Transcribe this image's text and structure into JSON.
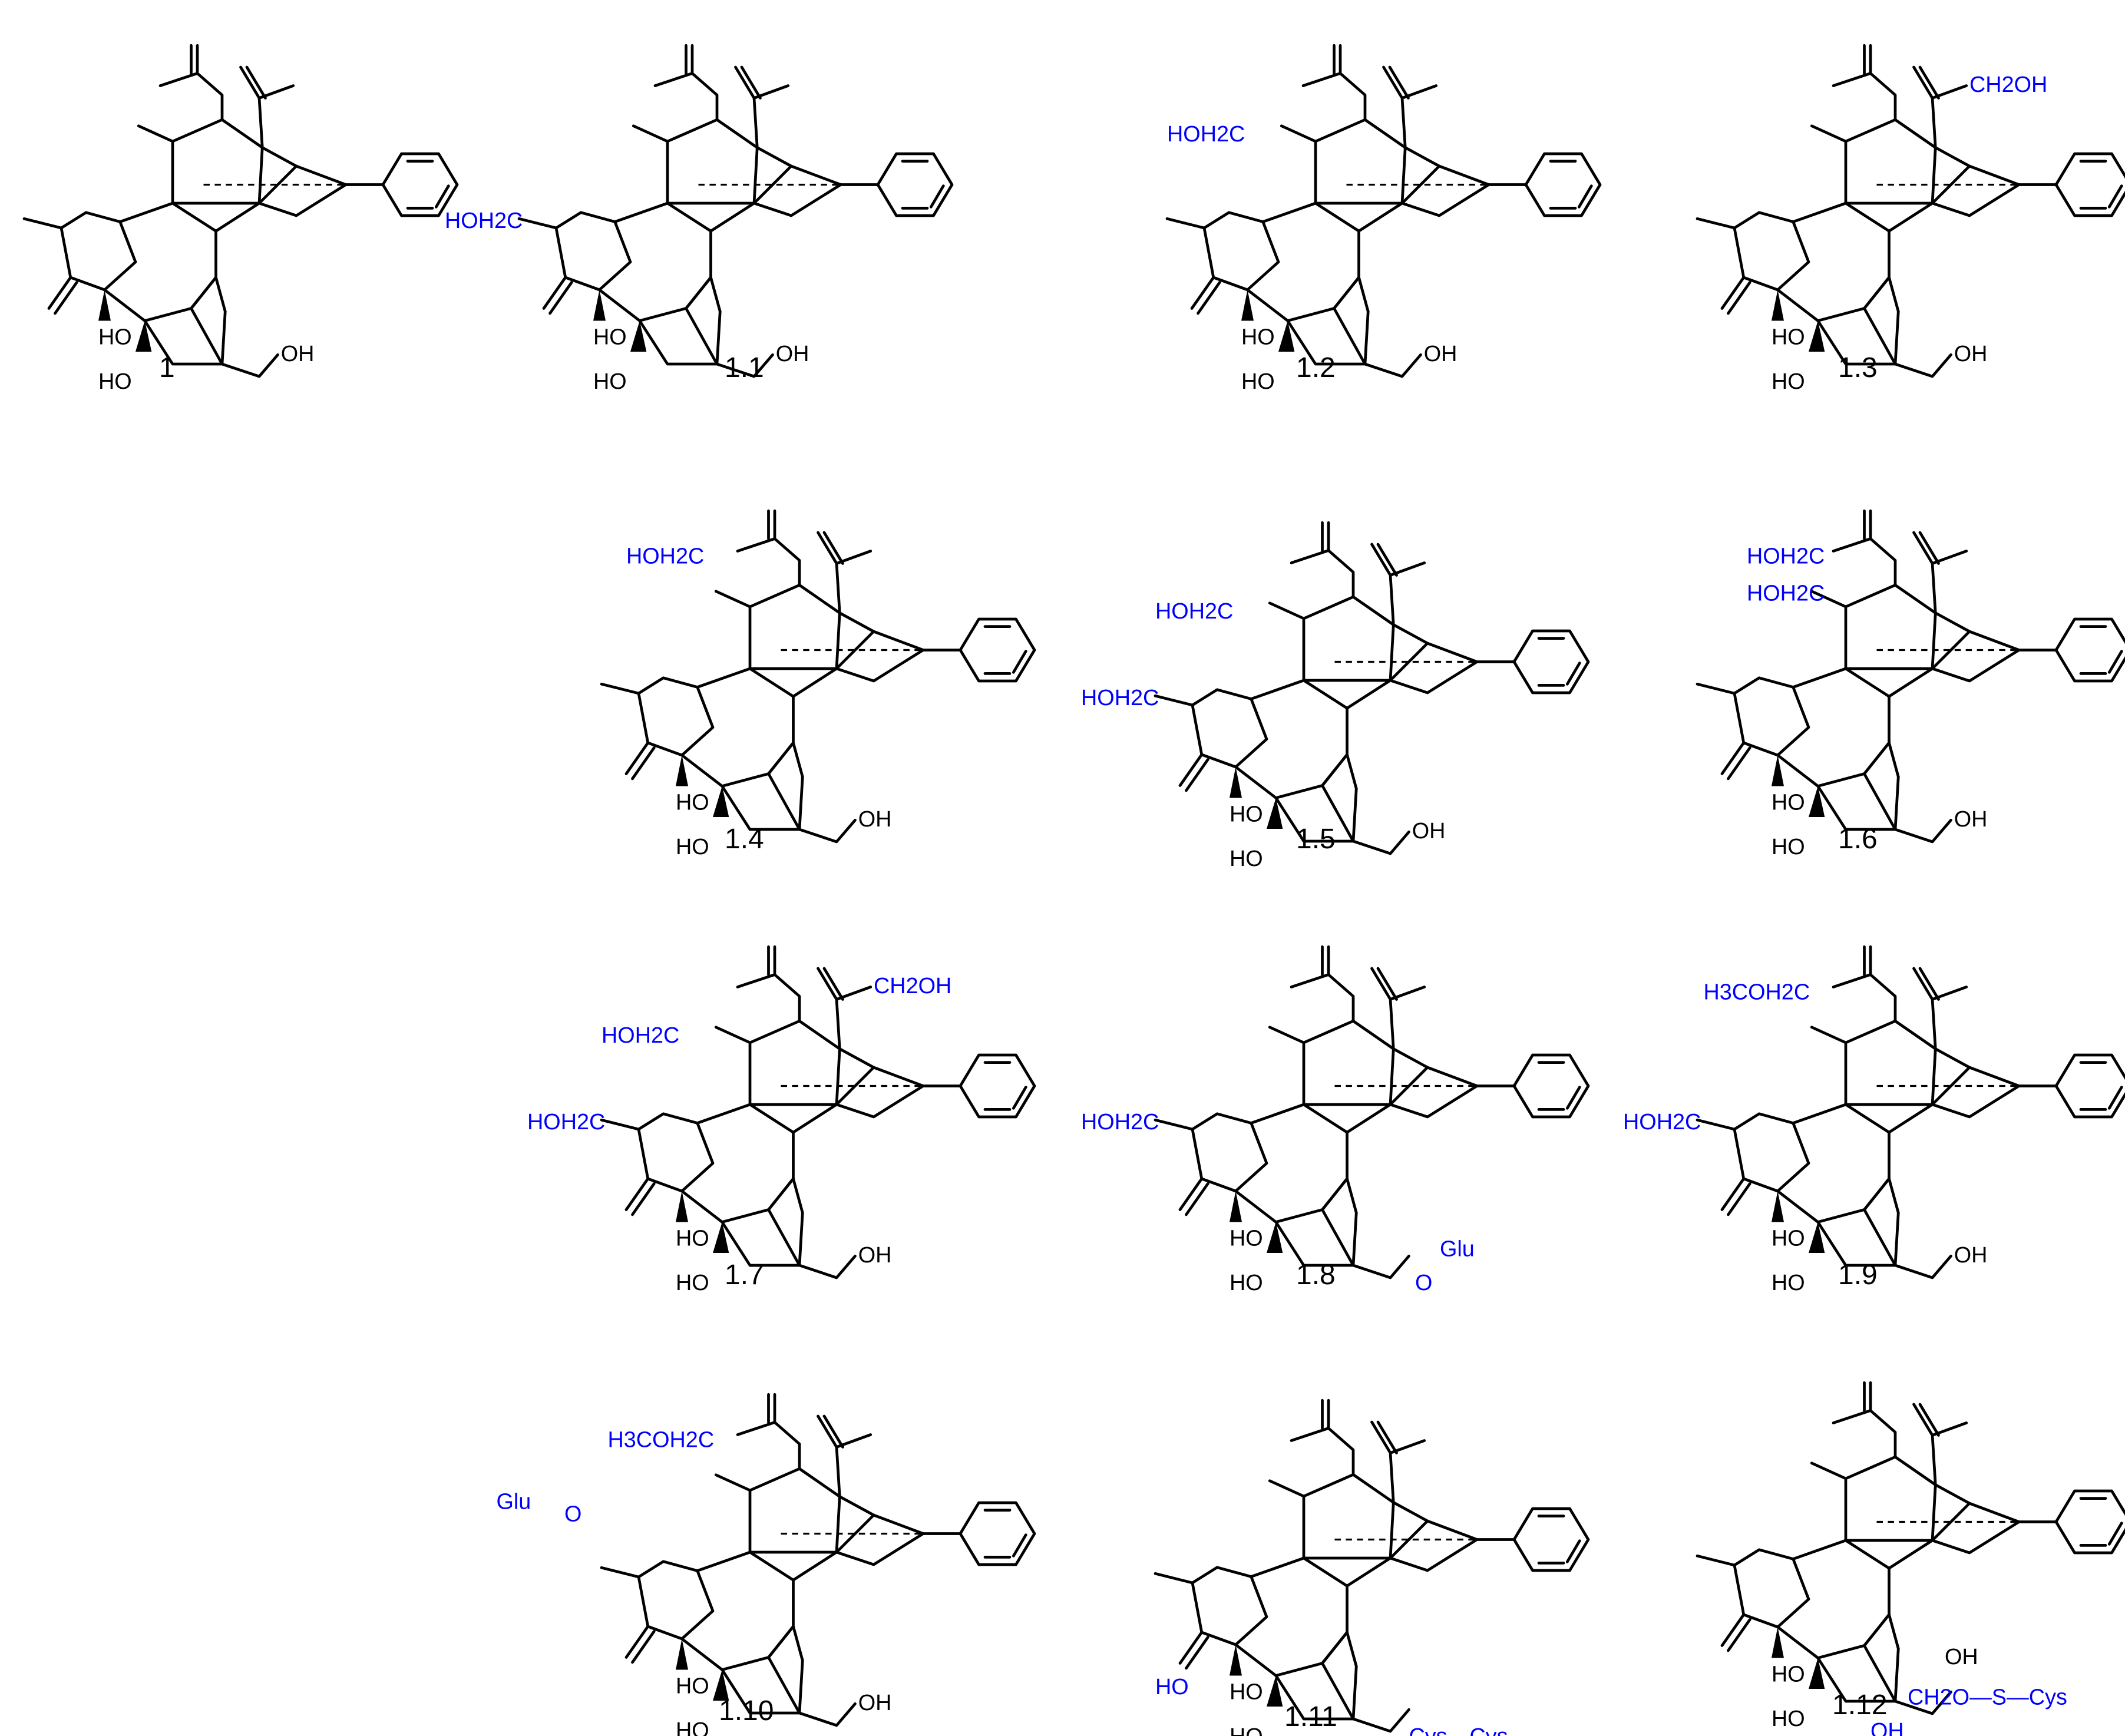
{
  "colors": {
    "bond": "#000000",
    "text": "#000000",
    "substituent": "#0000ff",
    "background": "#ffffff"
  },
  "core_atom_labels": {
    "hydroxyl": "HO",
    "oxygen": "O",
    "hydroxyl_right": "OH"
  },
  "compounds": [
    {
      "id": "1",
      "labels": {},
      "variant": "parent"
    },
    {
      "id": "1.1",
      "labels": {
        "c5_sub": "HOH2C"
      },
      "variant": "c5_sub"
    },
    {
      "id": "1.2",
      "labels": {
        "c13_sub": "HOH2C"
      },
      "variant": "c13_sub"
    },
    {
      "id": "1.3",
      "labels": {
        "iso_sub": "CH2OH"
      },
      "variant": "iso_sub"
    },
    {
      "id": "1.4",
      "labels": {
        "ac_sub": "HOH2C"
      },
      "variant": "ac_sub"
    },
    {
      "id": "1.5",
      "labels": {
        "c13_sub": "HOH2C",
        "c5_sub": "HOH2C"
      },
      "variant": "c13_c5"
    },
    {
      "id": "1.6",
      "labels": {
        "ac_sub": "HOH2C",
        "c13_sub": "HOH2C"
      },
      "variant": "ac_c13"
    },
    {
      "id": "1.7",
      "labels": {
        "iso_sub": "CH2OH",
        "c13_sub": "HOH2C",
        "c5_sub": "HOH2C"
      },
      "variant": "iso_c13_c5"
    },
    {
      "id": "1.8",
      "labels": {
        "c5_sub": "HOH2C",
        "glu_o": "O",
        "glu": "Glu"
      },
      "variant": "c5_glu"
    },
    {
      "id": "1.9",
      "labels": {
        "ac_sub": "H3COH2C",
        "c5_sub": "HOH2C"
      },
      "variant": "ac_me_c5"
    },
    {
      "id": "1.10",
      "labels": {
        "ac_sub": "H3COH2C",
        "glu": "Glu",
        "glu_o": "O"
      },
      "variant": "ac_me_glu"
    },
    {
      "id": "1.11",
      "labels": {
        "c4_oh": "HO",
        "cys": "Cys—Cys"
      },
      "variant": "cys"
    },
    {
      "id": "1.12",
      "labels": {
        "c6_oh": "OH",
        "c7_oh": "OH",
        "thio": "CH2O—S—Cys"
      },
      "variant": "cys_ester"
    }
  ]
}
